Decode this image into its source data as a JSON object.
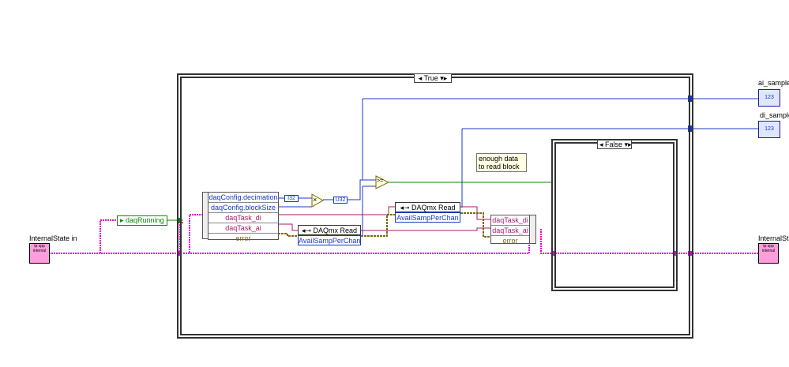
{
  "diagram": {
    "outer_case": {
      "selector_label": "True"
    },
    "inner_case": {
      "selector_label": "False"
    },
    "comment": "enough data to read block",
    "controls": {
      "internal_state_in": {
        "label": "InternalState in",
        "icon_text": "tp spp internal"
      },
      "internal_state_out": {
        "label": "InternalStat",
        "icon_text": "tp spp internal"
      },
      "ai_samples": {
        "label": "ai_samples",
        "icon_text": "123"
      },
      "di_samples": {
        "label": "di_sample",
        "icon_text": "123"
      }
    },
    "unbundle_left": {
      "rows": [
        "daqConfig.decimation",
        "daqConfig.blockSize",
        "daqTask_di",
        "daqTask_ai",
        "error"
      ]
    },
    "unbundle_right": {
      "rows": [
        "daqTask_di",
        "daqTask_ai",
        "error"
      ]
    },
    "daq_running": {
      "label": "daqRunning"
    },
    "u32_constants": [
      "I32",
      "U32"
    ],
    "multiply_symbol": "×",
    "compare_symbol": ">=",
    "daqmx_read_1": {
      "title": "DAQmx Read",
      "property": "AvailSampPerChan"
    },
    "daqmx_read_2": {
      "title": "DAQmx Read",
      "property": "AvailSampPerChan"
    },
    "colors": {
      "int_wire": "#1838c8",
      "cluster_wire": "#e000c8",
      "task_wire": "#a8186a",
      "bool_wire": "#0a8a00",
      "error_wire": "#7a6a18"
    }
  }
}
